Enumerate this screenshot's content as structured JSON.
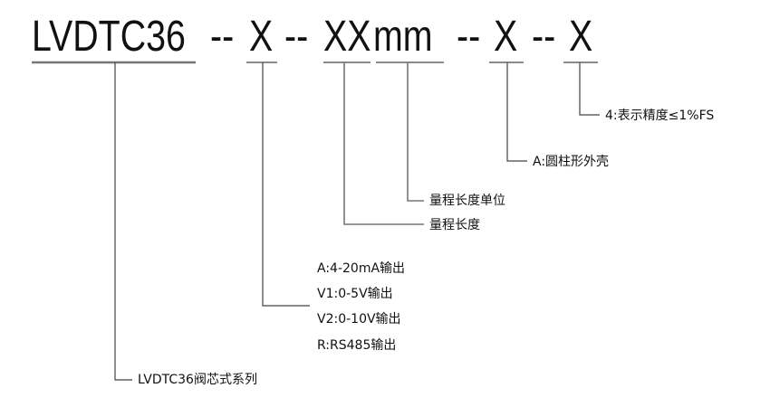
{
  "code": {
    "series": "LVDTC36",
    "sep1": "--",
    "output": "X",
    "sep2": "--",
    "range": "XX",
    "unit": "mm",
    "sep3": "--",
    "shape": "X",
    "sep4": "--",
    "accuracy": "X"
  },
  "labels": {
    "accuracy": "4:表示精度≤1%FS",
    "shape": "A:圆柱形外壳",
    "range_unit": "量程长度单位",
    "range": "量程长度",
    "outputs": [
      "A:4-20mA输出",
      "V1:0-5V输出",
      "V2:0-10V输出",
      "R:RS485输出"
    ],
    "series": "LVDTC36阀芯式系列"
  }
}
